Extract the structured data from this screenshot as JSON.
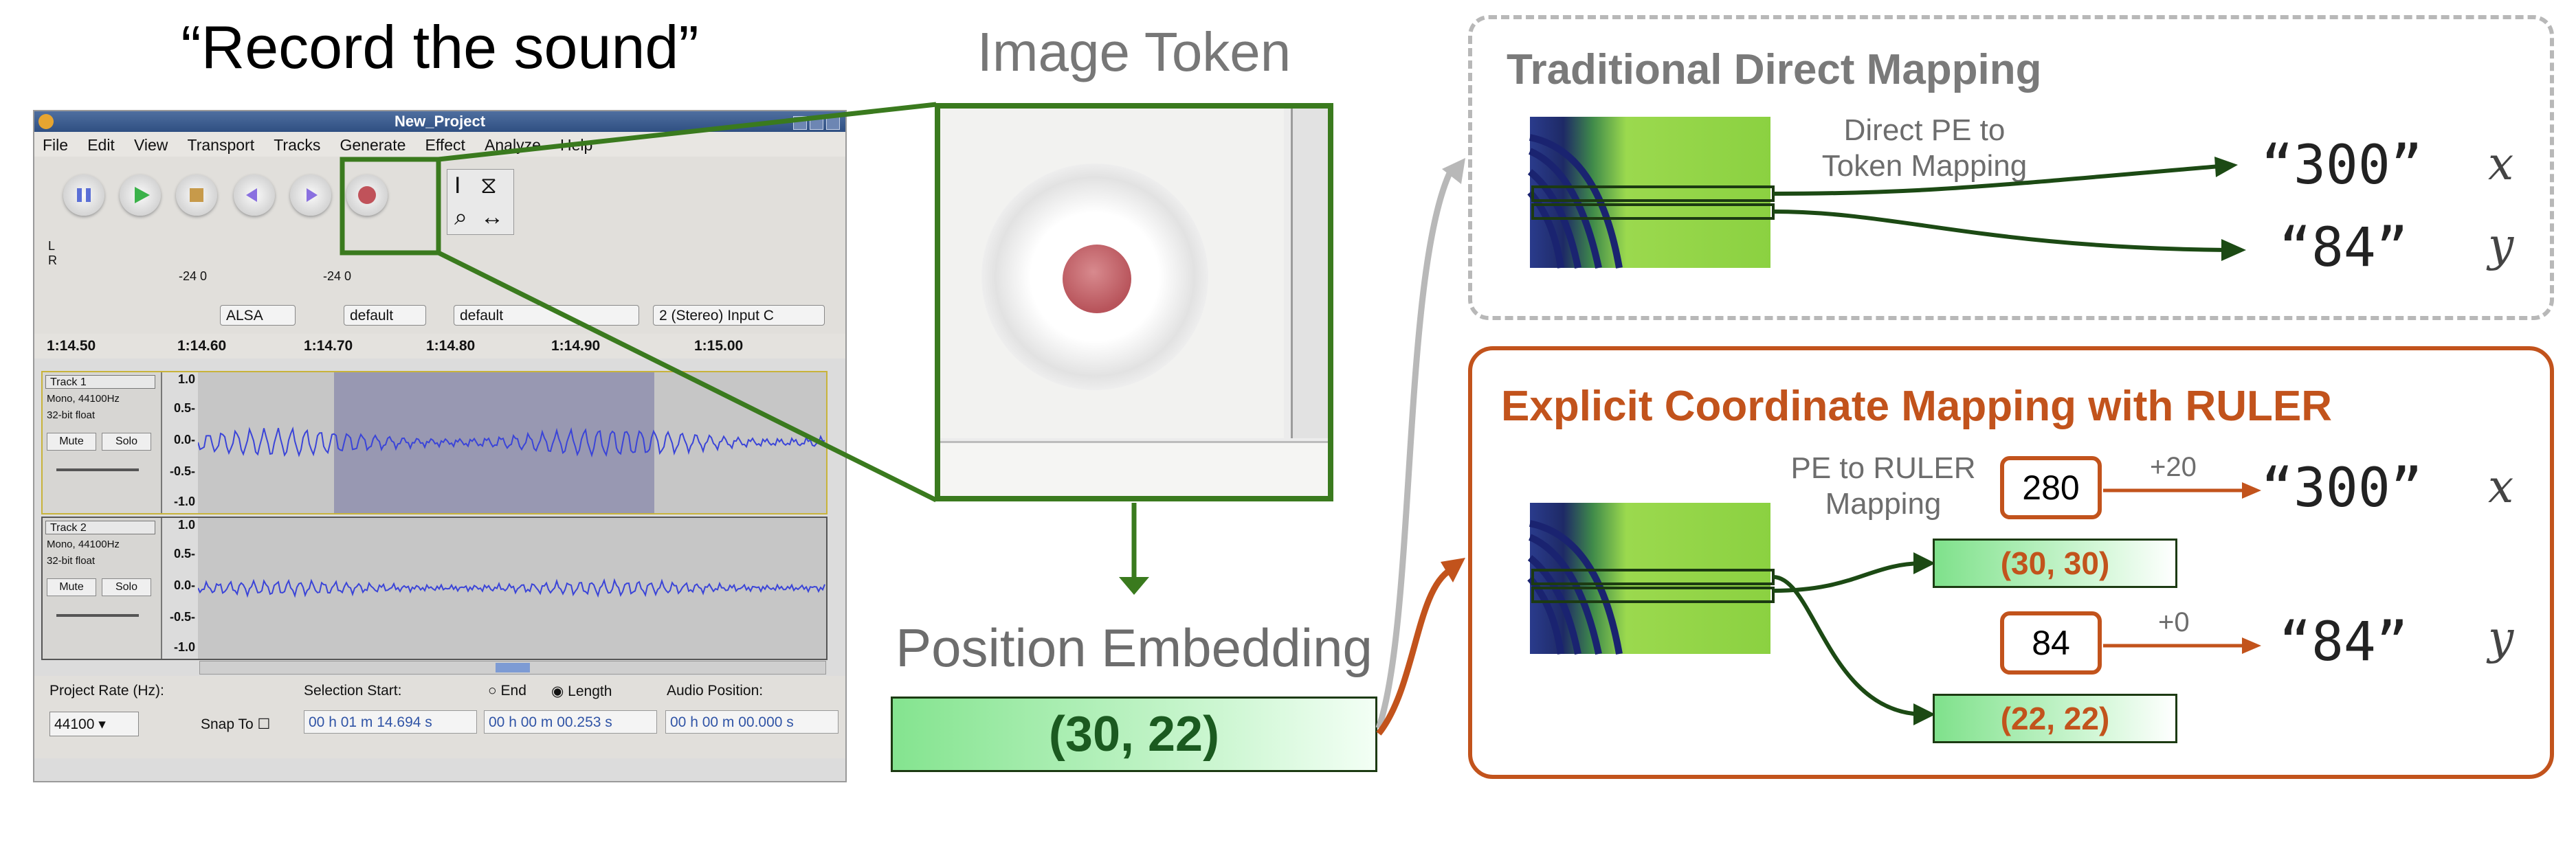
{
  "instruction": "“Record the sound”",
  "audacity": {
    "title": "New_Project",
    "menu": [
      "File",
      "Edit",
      "View",
      "Transport",
      "Tracks",
      "Generate",
      "Effect",
      "Analyze",
      "Help"
    ],
    "meter_lr": [
      "L",
      "R"
    ],
    "meter_db": [
      "-24 0",
      "-24 0"
    ],
    "audio_host": "ALSA",
    "playback_device": "default",
    "recording_device": "default",
    "channels": "2 (Stereo) Input C",
    "ruler_ticks": [
      "1:14.50",
      "1:14.60",
      "1:14.70",
      "1:14.80",
      "1:14.90",
      "1:15.00"
    ],
    "tracks": [
      {
        "name": "Track 1",
        "format": "Mono, 44100Hz",
        "depth": "32-bit float",
        "mute": "Mute",
        "solo": "Solo",
        "y_ticks": [
          "1.0",
          "0.5-",
          "0.0-",
          "-0.5-",
          "-1.0"
        ]
      },
      {
        "name": "Track 2",
        "format": "Mono, 44100Hz",
        "depth": "32-bit float",
        "mute": "Mute",
        "solo": "Solo",
        "y_ticks": [
          "1.0",
          "0.5-",
          "0.0-",
          "-0.5-",
          "-1.0"
        ]
      }
    ],
    "status": {
      "project_rate_label": "Project Rate (Hz):",
      "project_rate": "44100",
      "selection_start_label": "Selection Start:",
      "snap_to": "Snap To",
      "end_label": "End",
      "length_label": "Length",
      "audio_position_label": "Audio Position:",
      "selection_start": "00 h 01 m 14.694 s",
      "length": "00 h 00 m 00.253 s",
      "audio_position": "00 h 00 m 00.000 s"
    }
  },
  "image_token": {
    "title": "Image Token"
  },
  "position_embedding": {
    "title": "Position Embedding",
    "value": "(30, 22)"
  },
  "traditional": {
    "title": "Traditional Direct Mapping",
    "caption_line1": "Direct PE to",
    "caption_line2": "Token Mapping",
    "x_token": "“300”",
    "y_token": "“84”",
    "x_label": "x",
    "y_label": "y"
  },
  "ruler": {
    "title": "Explicit Coordinate Mapping with RULER",
    "caption_line1": "PE to RULER",
    "caption_line2": "Mapping",
    "x_ruler": "280",
    "x_delta": "+20",
    "x_pair": "(30, 30)",
    "x_token": "“300”",
    "x_label": "x",
    "y_ruler": "84",
    "y_delta": "+0",
    "y_pair": "(22, 22)",
    "y_token": "“84”",
    "y_label": "y"
  },
  "colors": {
    "green_frame": "#3a7a1e",
    "dark_green": "#1c3a12",
    "orange": "#c2531c",
    "gray_dash": "#b8b8b8",
    "wave_blue": "#3a44d8"
  }
}
